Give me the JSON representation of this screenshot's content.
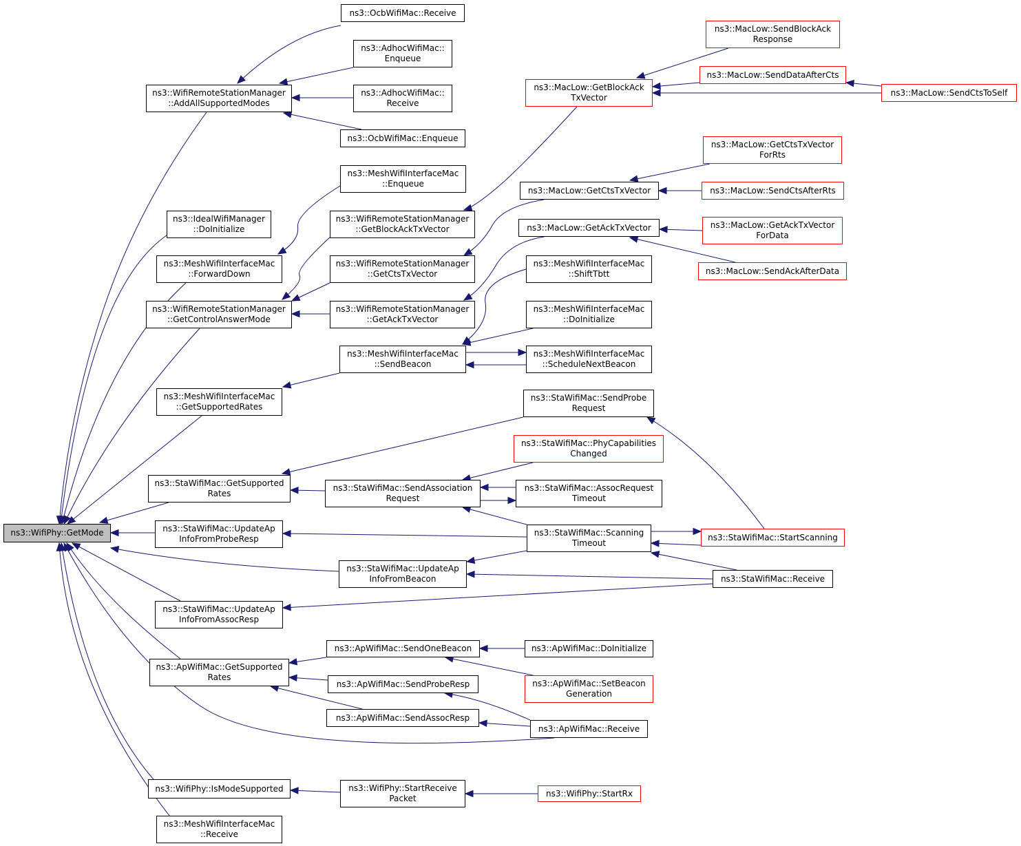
{
  "diagram": {
    "title": "",
    "colors": {
      "edge": "#191970",
      "node_border": "#000000",
      "node_border_truncated": "#ff0000",
      "root_fill": "#bfbfbf",
      "node_fill": "#ffffff"
    },
    "nodes": [
      {
        "id": "getmode",
        "lines": [
          "ns3::WifiPhy::GetMode"
        ],
        "style": "root"
      },
      {
        "id": "addallsupported",
        "lines": [
          "ns3::WifiRemoteStationManager",
          "::AddAllSupportedModes"
        ],
        "style": "normal"
      },
      {
        "id": "idealdoinit",
        "lines": [
          "ns3::IdealWifiManager",
          "::DoInitialize"
        ],
        "style": "normal"
      },
      {
        "id": "meshforward",
        "lines": [
          "ns3::MeshWifiInterfaceMac",
          "::ForwardDown"
        ],
        "style": "normal"
      },
      {
        "id": "getcontrolanswer",
        "lines": [
          "ns3::WifiRemoteStationManager",
          "::GetControlAnswerMode"
        ],
        "style": "normal"
      },
      {
        "id": "meshgetsupported",
        "lines": [
          "ns3::MeshWifiInterfaceMac",
          "::GetSupportedRates"
        ],
        "style": "normal"
      },
      {
        "id": "stagetsupported",
        "lines": [
          "ns3::StaWifiMac::GetSupported",
          "Rates"
        ],
        "style": "normal"
      },
      {
        "id": "staupdateprobe",
        "lines": [
          "ns3::StaWifiMac::UpdateAp",
          "InfoFromProbeResp"
        ],
        "style": "normal"
      },
      {
        "id": "staupdateassoc",
        "lines": [
          "ns3::StaWifiMac::UpdateAp",
          "InfoFromAssocResp"
        ],
        "style": "normal"
      },
      {
        "id": "apgetsupported",
        "lines": [
          "ns3::ApWifiMac::GetSupported",
          "Rates"
        ],
        "style": "normal"
      },
      {
        "id": "ismodesupported",
        "lines": [
          "ns3::WifiPhy::IsModeSupported"
        ],
        "style": "normal"
      },
      {
        "id": "meshreceive",
        "lines": [
          "ns3::MeshWifiInterfaceMac",
          "::Receive"
        ],
        "style": "normal"
      },
      {
        "id": "ocbreceive",
        "lines": [
          "ns3::OcbWifiMac::Receive"
        ],
        "style": "normal"
      },
      {
        "id": "adhocenqueue",
        "lines": [
          "ns3::AdhocWifiMac::",
          "Enqueue"
        ],
        "style": "normal"
      },
      {
        "id": "adhocreceive",
        "lines": [
          "ns3::AdhocWifiMac::",
          "Receive"
        ],
        "style": "normal"
      },
      {
        "id": "ocbenqueue",
        "lines": [
          "ns3::OcbWifiMac::Enqueue"
        ],
        "style": "normal"
      },
      {
        "id": "meshenqueue",
        "lines": [
          "ns3::MeshWifiInterfaceMac",
          "::Enqueue"
        ],
        "style": "normal"
      },
      {
        "id": "wrsmblockack",
        "lines": [
          "ns3::WifiRemoteStationManager",
          "::GetBlockAckTxVector"
        ],
        "style": "normal"
      },
      {
        "id": "wrsmcts",
        "lines": [
          "ns3::WifiRemoteStationManager",
          "::GetCtsTxVector"
        ],
        "style": "normal"
      },
      {
        "id": "wrsmack",
        "lines": [
          "ns3::WifiRemoteStationManager",
          "::GetAckTxVector"
        ],
        "style": "normal"
      },
      {
        "id": "meshsendbeacon",
        "lines": [
          "ns3::MeshWifiInterfaceMac",
          "::SendBeacon"
        ],
        "style": "normal"
      },
      {
        "id": "stasendassoc",
        "lines": [
          "ns3::StaWifiMac::SendAssociation",
          "Request"
        ],
        "style": "normal"
      },
      {
        "id": "staupdatebeacon",
        "lines": [
          "ns3::StaWifiMac::UpdateAp",
          "InfoFromBeacon"
        ],
        "style": "normal"
      },
      {
        "id": "apsendonebeacon",
        "lines": [
          "ns3::ApWifiMac::SendOneBeacon"
        ],
        "style": "normal"
      },
      {
        "id": "apsendproberesp",
        "lines": [
          "ns3::ApWifiMac::SendProbeResp"
        ],
        "style": "normal"
      },
      {
        "id": "apsendassocresp",
        "lines": [
          "ns3::ApWifiMac::SendAssocResp"
        ],
        "style": "normal"
      },
      {
        "id": "phystartreceive",
        "lines": [
          "ns3::WifiPhy::StartReceive",
          "Packet"
        ],
        "style": "normal"
      },
      {
        "id": "macgetblockack",
        "lines": [
          "ns3::MacLow::GetBlockAck",
          "TxVector"
        ],
        "style": "truncated"
      },
      {
        "id": "macgetcts",
        "lines": [
          "ns3::MacLow::GetCtsTxVector"
        ],
        "style": "normal"
      },
      {
        "id": "macgetack",
        "lines": [
          "ns3::MacLow::GetAckTxVector"
        ],
        "style": "normal"
      },
      {
        "id": "meshshifttbtt",
        "lines": [
          "ns3::MeshWifiInterfaceMac",
          "::ShiftTbtt"
        ],
        "style": "normal"
      },
      {
        "id": "meshdoinit",
        "lines": [
          "ns3::MeshWifiInterfaceMac",
          "::DoInitialize"
        ],
        "style": "normal"
      },
      {
        "id": "meshschedule",
        "lines": [
          "ns3::MeshWifiInterfaceMac",
          "::ScheduleNextBeacon"
        ],
        "style": "normal"
      },
      {
        "id": "stasendprobe",
        "lines": [
          "ns3::StaWifiMac::SendProbe",
          "Request"
        ],
        "style": "normal"
      },
      {
        "id": "staphycap",
        "lines": [
          "ns3::StaWifiMac::PhyCapabilities",
          "Changed"
        ],
        "style": "truncated"
      },
      {
        "id": "staassoctimeout",
        "lines": [
          "ns3::StaWifiMac::AssocRequest",
          "Timeout"
        ],
        "style": "normal"
      },
      {
        "id": "stascantimeout",
        "lines": [
          "ns3::StaWifiMac::Scanning",
          "Timeout"
        ],
        "style": "normal"
      },
      {
        "id": "apdoinit",
        "lines": [
          "ns3::ApWifiMac::DoInitialize"
        ],
        "style": "normal"
      },
      {
        "id": "apsetbeacon",
        "lines": [
          "ns3::ApWifiMac::SetBeacon",
          "Generation"
        ],
        "style": "truncated"
      },
      {
        "id": "apreceive",
        "lines": [
          "ns3::ApWifiMac::Receive"
        ],
        "style": "normal"
      },
      {
        "id": "phystartrx",
        "lines": [
          "ns3::WifiPhy::StartRx"
        ],
        "style": "truncated"
      },
      {
        "id": "macsendblockackresp",
        "lines": [
          "ns3::MacLow::SendBlockAck",
          "Response"
        ],
        "style": "truncated"
      },
      {
        "id": "macsenddataaftercts",
        "lines": [
          "ns3::MacLow::SendDataAfterCts"
        ],
        "style": "truncated"
      },
      {
        "id": "macsendctstoself",
        "lines": [
          "ns3::MacLow::SendCtsToSelf"
        ],
        "style": "truncated"
      },
      {
        "id": "macgetctsforrts",
        "lines": [
          "ns3::MacLow::GetCtsTxVector",
          "ForRts"
        ],
        "style": "truncated"
      },
      {
        "id": "macsendctsafterrts",
        "lines": [
          "ns3::MacLow::SendCtsAfterRts"
        ],
        "style": "truncated"
      },
      {
        "id": "macgetackfordata",
        "lines": [
          "ns3::MacLow::GetAckTxVector",
          "ForData"
        ],
        "style": "truncated"
      },
      {
        "id": "macsendackafterdata",
        "lines": [
          "ns3::MacLow::SendAckAfterData"
        ],
        "style": "truncated"
      },
      {
        "id": "stareceive",
        "lines": [
          "ns3::StaWifiMac::Receive"
        ],
        "style": "normal"
      },
      {
        "id": "stastartscanning",
        "lines": [
          "ns3::StaWifiMac::StartScanning"
        ],
        "style": "truncated"
      }
    ],
    "edges": [
      {
        "from": "addallsupported",
        "to": "getmode"
      },
      {
        "from": "idealdoinit",
        "to": "getmode"
      },
      {
        "from": "meshforward",
        "to": "getmode"
      },
      {
        "from": "getcontrolanswer",
        "to": "getmode"
      },
      {
        "from": "meshgetsupported",
        "to": "getmode"
      },
      {
        "from": "stagetsupported",
        "to": "getmode"
      },
      {
        "from": "staupdateprobe",
        "to": "getmode"
      },
      {
        "from": "staupdatebeacon",
        "to": "getmode"
      },
      {
        "from": "staupdateassoc",
        "to": "getmode"
      },
      {
        "from": "apgetsupported",
        "to": "getmode"
      },
      {
        "from": "apreceive",
        "to": "getmode"
      },
      {
        "from": "ismodesupported",
        "to": "getmode"
      },
      {
        "from": "meshreceive",
        "to": "getmode"
      },
      {
        "from": "ocbreceive",
        "to": "addallsupported"
      },
      {
        "from": "adhocenqueue",
        "to": "addallsupported"
      },
      {
        "from": "adhocreceive",
        "to": "addallsupported"
      },
      {
        "from": "ocbenqueue",
        "to": "addallsupported"
      },
      {
        "from": "meshenqueue",
        "to": "meshforward"
      },
      {
        "from": "wrsmblockack",
        "to": "getcontrolanswer"
      },
      {
        "from": "wrsmcts",
        "to": "getcontrolanswer"
      },
      {
        "from": "wrsmack",
        "to": "getcontrolanswer"
      },
      {
        "from": "meshsendbeacon",
        "to": "meshgetsupported"
      },
      {
        "from": "stasendprobe",
        "to": "stagetsupported"
      },
      {
        "from": "stasendassoc",
        "to": "stagetsupported"
      },
      {
        "from": "stascantimeout",
        "to": "staupdateprobe"
      },
      {
        "from": "stareceive",
        "to": "staupdateassoc"
      },
      {
        "from": "apsendonebeacon",
        "to": "apgetsupported"
      },
      {
        "from": "apsendproberesp",
        "to": "apgetsupported"
      },
      {
        "from": "apsendassocresp",
        "to": "apgetsupported"
      },
      {
        "from": "phystartreceive",
        "to": "ismodesupported"
      },
      {
        "from": "macgetblockack",
        "to": "wrsmblockack"
      },
      {
        "from": "macgetcts",
        "to": "wrsmcts"
      },
      {
        "from": "macgetack",
        "to": "wrsmack"
      },
      {
        "from": "meshshifttbtt",
        "to": "meshsendbeacon"
      },
      {
        "from": "meshdoinit",
        "to": "meshsendbeacon"
      },
      {
        "from": "meshschedule",
        "to": "meshsendbeacon"
      },
      {
        "from": "meshsendbeacon",
        "to": "meshschedule"
      },
      {
        "from": "staphycap",
        "to": "stasendassoc"
      },
      {
        "from": "staassoctimeout",
        "to": "stasendassoc"
      },
      {
        "from": "stasendassoc",
        "to": "staassoctimeout"
      },
      {
        "from": "stascantimeout",
        "to": "stasendassoc"
      },
      {
        "from": "stascantimeout",
        "to": "staupdatebeacon"
      },
      {
        "from": "stareceive",
        "to": "staupdatebeacon"
      },
      {
        "from": "apdoinit",
        "to": "apsendonebeacon"
      },
      {
        "from": "apsetbeacon",
        "to": "apsendonebeacon"
      },
      {
        "from": "apreceive",
        "to": "apsendproberesp"
      },
      {
        "from": "apreceive",
        "to": "apsendassocresp"
      },
      {
        "from": "phystartrx",
        "to": "phystartreceive"
      },
      {
        "from": "macsendblockackresp",
        "to": "macgetblockack"
      },
      {
        "from": "macsenddataaftercts",
        "to": "macgetblockack"
      },
      {
        "from": "macsendctstoself",
        "to": "macgetblockack"
      },
      {
        "from": "macsendctstoself",
        "to": "macsenddataaftercts"
      },
      {
        "from": "macgetctsforrts",
        "to": "macgetcts"
      },
      {
        "from": "macsendctsafterrts",
        "to": "macgetcts"
      },
      {
        "from": "macgetackfordata",
        "to": "macgetack"
      },
      {
        "from": "macsendackafterdata",
        "to": "macgetack"
      },
      {
        "from": "stastartscanning",
        "to": "stasendprobe"
      },
      {
        "from": "stastartscanning",
        "to": "stascantimeout"
      },
      {
        "from": "stascantimeout",
        "to": "stastartscanning"
      },
      {
        "from": "stareceive",
        "to": "stascantimeout"
      }
    ]
  }
}
